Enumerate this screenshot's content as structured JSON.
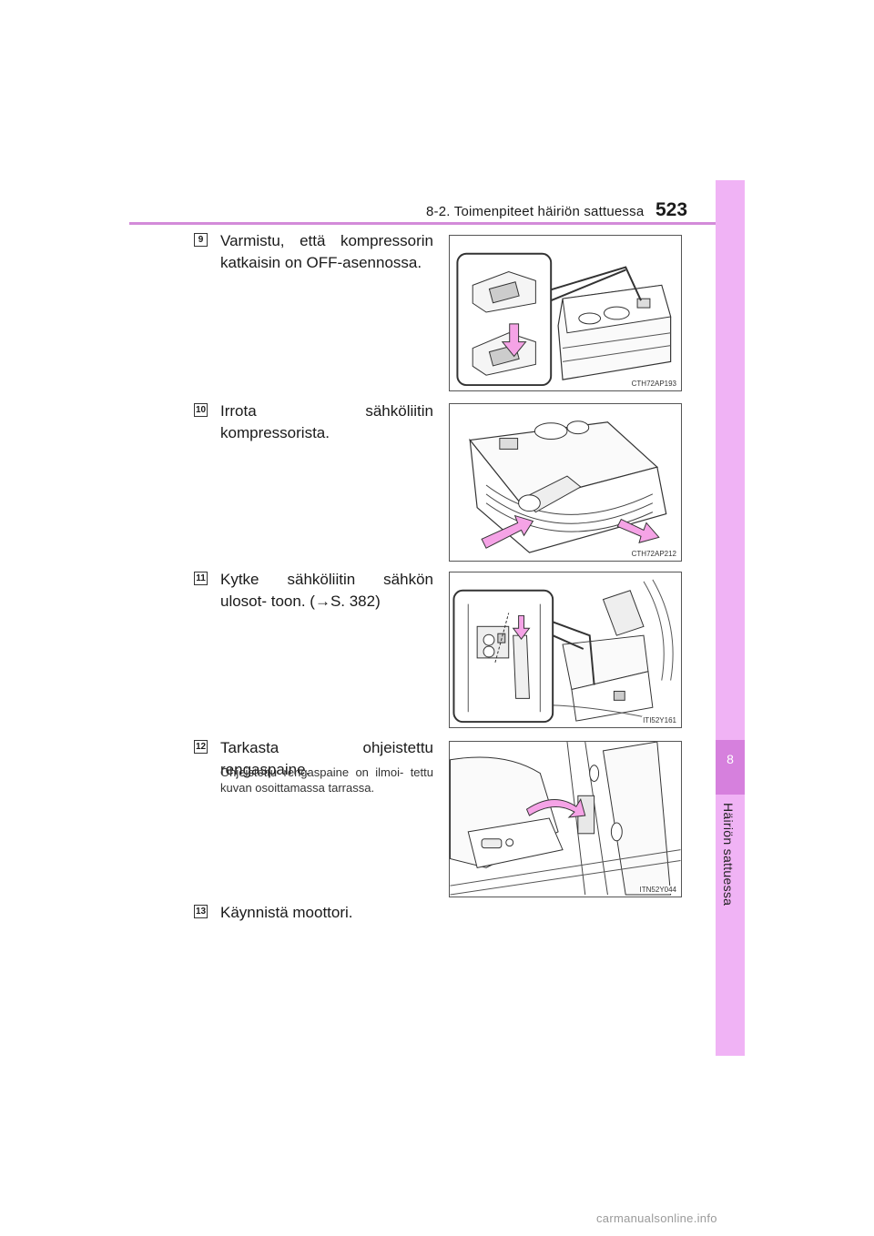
{
  "header": {
    "section_title": "8-2. Toimenpiteet häiriön sattuessa",
    "page_number": "523"
  },
  "side_tab": {
    "chapter_number": "8",
    "chapter_title": "Häiriön sattuessa"
  },
  "steps": [
    {
      "number": "9",
      "text": "Varmistu, että kompressorin katkaisin on OFF-asennossa.",
      "figure_code": "CTH72AP193"
    },
    {
      "number": "10",
      "text": "Irrota sähköliitin kompressorista.",
      "figure_code": "CTH72AP212"
    },
    {
      "number": "11",
      "text": "Kytke sähköliitin sähkön ulosot- toon. (→S. 382)",
      "figure_code": "ITI52Y161"
    },
    {
      "number": "12",
      "text": "Tarkasta ohjeistettu rengaspaine.",
      "note": "Ohjeistettu rengaspaine on ilmoi- tettu kuvan osoittamassa tarrassa.",
      "figure_code": "ITN52Y044"
    },
    {
      "number": "13",
      "text": "Käynnistä moottori."
    }
  ],
  "watermark": "carmanualsonline.info",
  "colors": {
    "accent": "#d38bd9",
    "tab": "#f0b3f5",
    "tab_dark": "#d680dd",
    "arrow": "#f5a3e6"
  }
}
